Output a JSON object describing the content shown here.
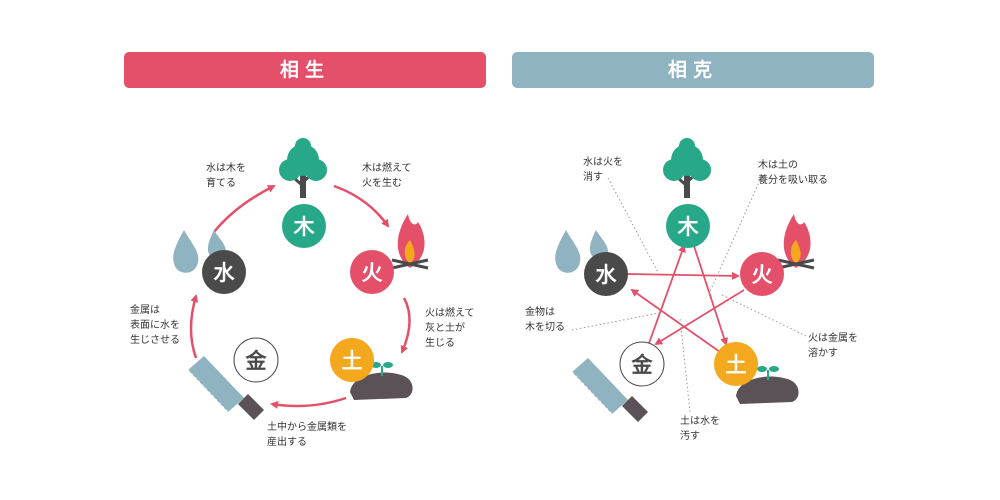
{
  "left": {
    "title": "相生",
    "elements": {
      "wood": "木",
      "fire": "火",
      "earth": "土",
      "metal": "金",
      "water": "水"
    },
    "notes": {
      "water_wood": [
        "水は木を",
        "育てる"
      ],
      "wood_fire": [
        "木は燃えて",
        "火を生む"
      ],
      "fire_earth": [
        "火は燃えて",
        "灰と土が",
        "生じる"
      ],
      "earth_metal": [
        "土中から金属類を",
        "産出する"
      ],
      "metal_water": [
        "金属は",
        "表面に水を",
        "生じさせる"
      ]
    }
  },
  "right": {
    "title": "相克",
    "elements": {
      "wood": "木",
      "fire": "火",
      "earth": "土",
      "metal": "金",
      "water": "水"
    },
    "notes": {
      "water_fire": [
        "水は火を",
        "消す"
      ],
      "wood_earth": [
        "木は土の",
        "養分を吸い取る"
      ],
      "metal_wood": [
        "金物は",
        "木を切る"
      ],
      "fire_metal": [
        "火は金属を",
        "溶かす"
      ],
      "earth_water": [
        "土は水を",
        "汚す"
      ]
    }
  },
  "colors": {
    "generation": "#e4506a",
    "control": "#8fb3c1",
    "wood": "#27a889",
    "fire": "#e4506a",
    "earth": "#f4a81d",
    "metal": "#ffffff",
    "water": "#4a4a4a",
    "tree_crown": "#27a889",
    "trunk": "#4a4a4a",
    "droplet": "#8fb3c1",
    "soil": "#5a5256",
    "sprout": "#27a889",
    "saw_blade": "#8fb3c1",
    "saw_handle": "#5a5256"
  },
  "icons": [
    "tree-icon",
    "fire-icon",
    "soil-sprout-icon",
    "saw-icon",
    "water-drops-icon"
  ]
}
